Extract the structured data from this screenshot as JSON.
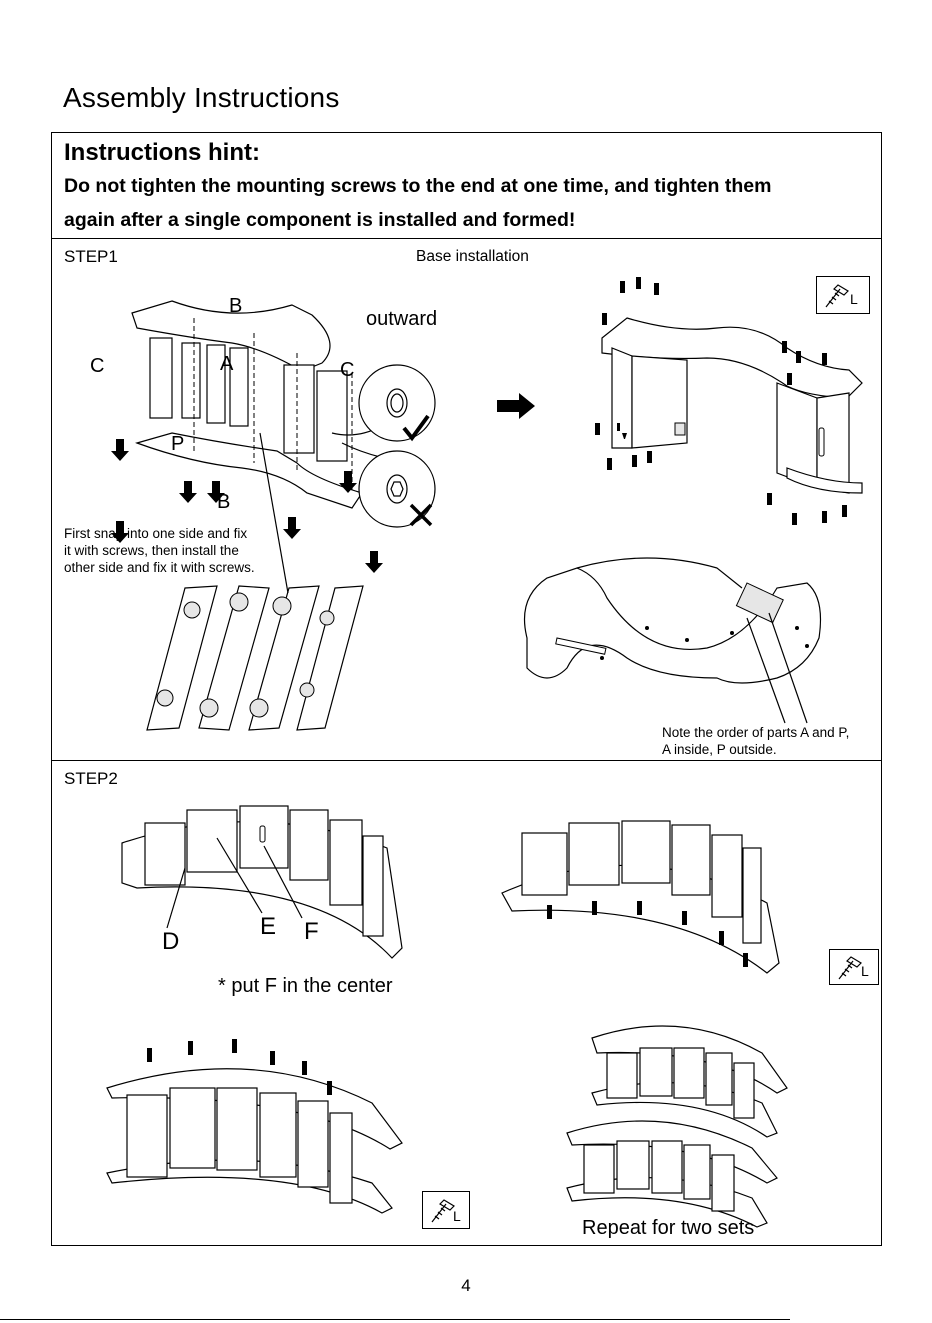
{
  "page": {
    "title": "Assembly Instructions",
    "number": "4"
  },
  "hint": {
    "title": "Instructions hint:",
    "line1": "Do not tighten the mounting screws to the end at one time, and tighten them",
    "line2": "again after a single component is installed and formed!"
  },
  "step1": {
    "label": "STEP1",
    "caption": "Base installation",
    "direction_label": "outward",
    "part_labels": {
      "a": "A",
      "b": "B",
      "c": "C",
      "p": "P"
    },
    "instruction_lines": [
      "First snap into one side and fix",
      "it with screws, then install the",
      "other side and fix it with screws."
    ],
    "note_lines": [
      "Note the order of parts A and P,",
      "A inside, P outside."
    ],
    "screw_label": "L"
  },
  "step2": {
    "label": "STEP2",
    "part_labels": {
      "d": "D",
      "e": "E",
      "f": "F"
    },
    "center_note": "*  put  F  in  the  center",
    "repeat_note": "Repeat for two sets",
    "screw_label": "L"
  },
  "icons": {
    "check": "check-mark-icon",
    "cross": "cross-mark-icon",
    "arrow": "right-arrow-icon",
    "screw": "screw-icon"
  }
}
